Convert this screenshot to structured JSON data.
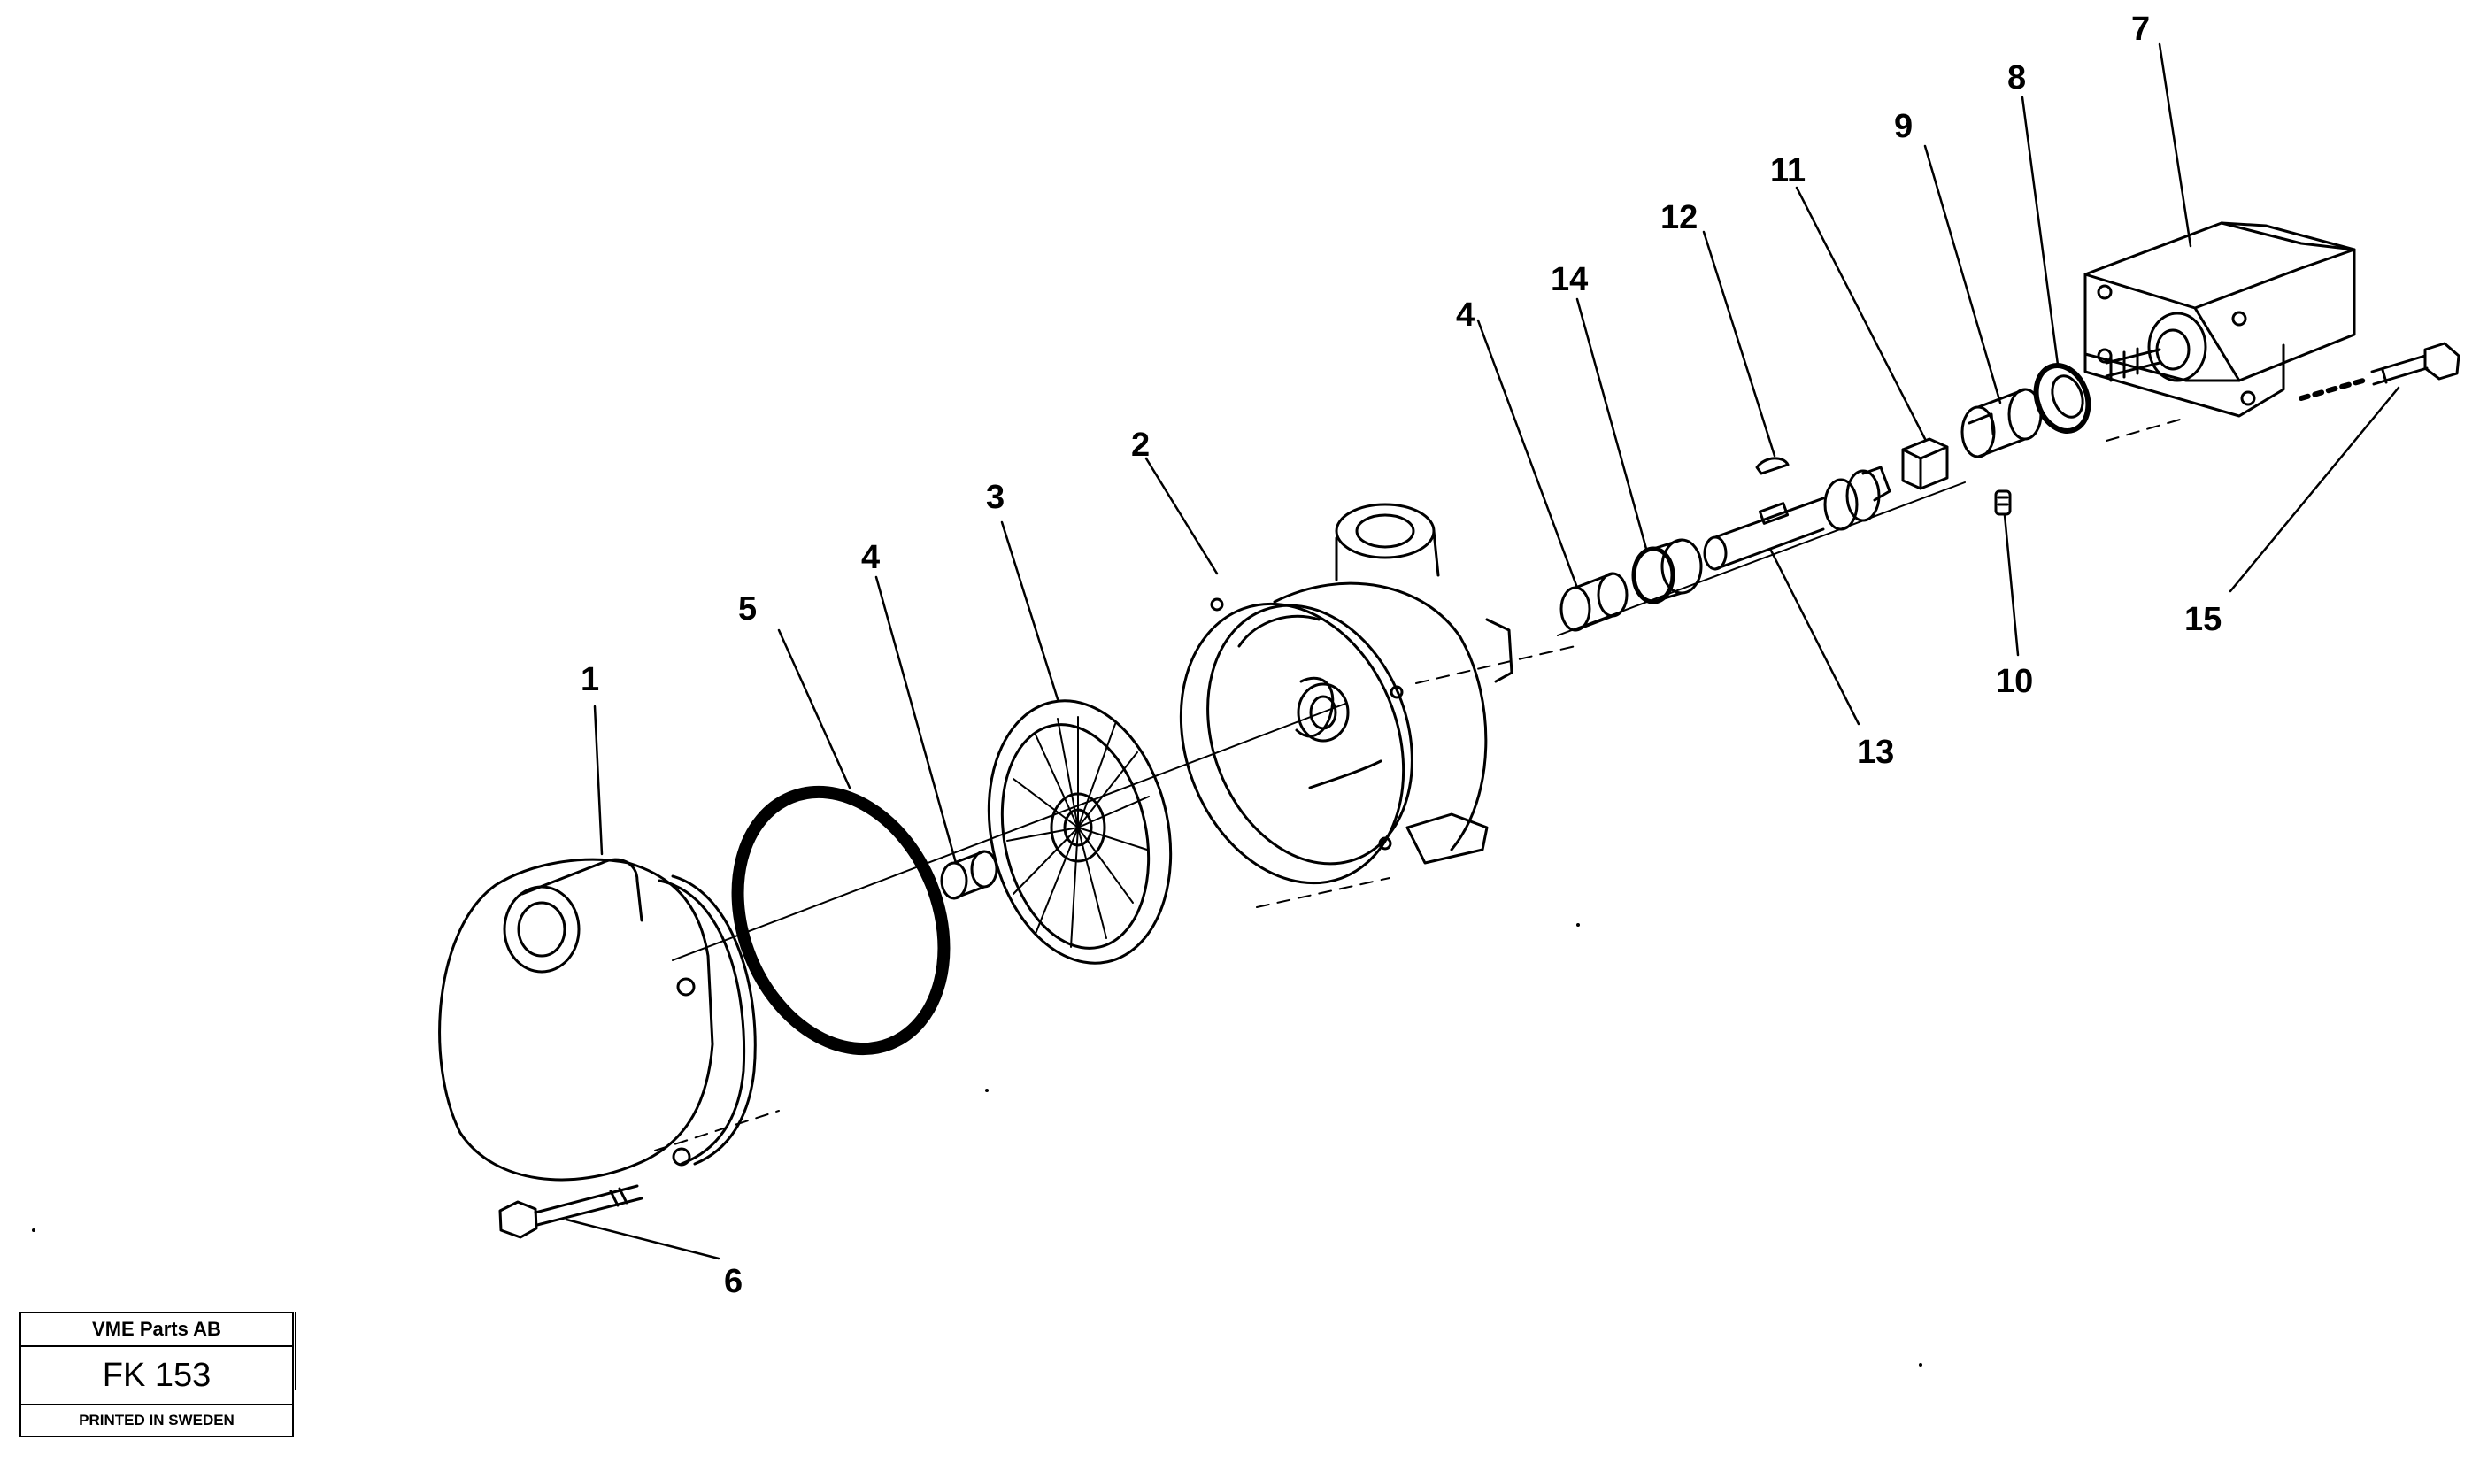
{
  "callouts": [
    {
      "id": "1",
      "label": "1"
    },
    {
      "id": "2",
      "label": "2"
    },
    {
      "id": "3",
      "label": "3"
    },
    {
      "id": "4a",
      "label": "4"
    },
    {
      "id": "4b",
      "label": "4"
    },
    {
      "id": "5",
      "label": "5"
    },
    {
      "id": "6",
      "label": "6"
    },
    {
      "id": "7",
      "label": "7"
    },
    {
      "id": "8",
      "label": "8"
    },
    {
      "id": "9",
      "label": "9"
    },
    {
      "id": "10",
      "label": "10"
    },
    {
      "id": "11",
      "label": "11"
    },
    {
      "id": "12",
      "label": "12"
    },
    {
      "id": "13",
      "label": "13"
    },
    {
      "id": "14",
      "label": "14"
    },
    {
      "id": "15",
      "label": "15"
    }
  ],
  "title_block": {
    "company": "VME Parts AB",
    "number": "FK 153",
    "printed": "PRINTED IN SWEDEN"
  }
}
